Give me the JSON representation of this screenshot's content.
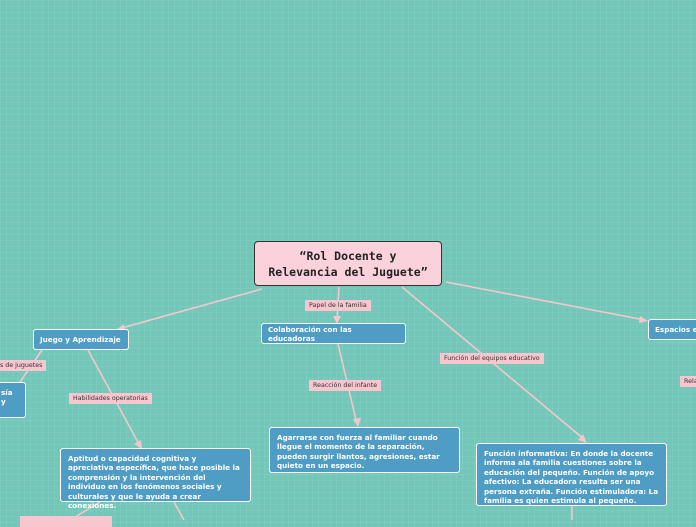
{
  "root": {
    "title": "“Rol Docente y\nRelevancia del Juguete”"
  },
  "topics": {
    "juego": "Juego y Aprendizaje",
    "colaboracion": "Colaboración con las educadoras",
    "espacios": "Espacios e",
    "left_partial": "sía y",
    "aptitud": "Aptitud o capacidad cognitiva y apreciativa específica, que hace posible la comprensión y la intervención del individuo en los fenómenos sociales y culturales y que le ayuda a crear conexiones.",
    "agarrarse": "Agarrarse con fuerza al familiar cuando llegue el momento de la separación, pueden surgir llantos, agresiones, estar quieto en un espacio.",
    "funcion": "Función informativa: En donde la docente informa ala familia cuestiones sobre la educación del pequeño. Función de apoyo afectivo: La educadora resulta ser una persona extraña. Función estimuladora: La familia es quien estimula al pequeño."
  },
  "labels": {
    "papel": "Papel de la familia",
    "funcion_equipos": "Función del equipos educativo",
    "reaccion": "Reacción del infante",
    "habilidades": "Habilidades operatorias",
    "juguetes": "s de juguetes",
    "rela": "Rela"
  },
  "colors": {
    "background": "#72c7b9",
    "root_fill": "#fbd2dc",
    "topic_fill": "#4f9dc4",
    "label_fill": "#f7c6cf",
    "connector": "#f4c7cf"
  }
}
